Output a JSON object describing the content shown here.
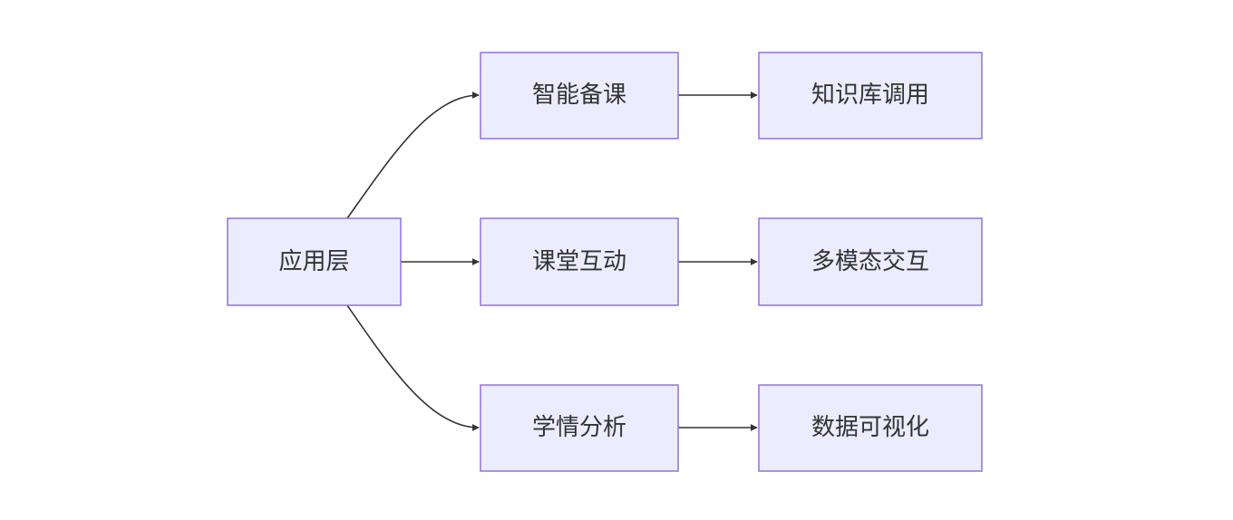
{
  "diagram": {
    "nodes": {
      "root": "应用层",
      "prep": "智能备课",
      "interact": "课堂互动",
      "analysis": "学情分析",
      "knowledge": "知识库调用",
      "multimodal": "多模态交互",
      "visual": "数据可视化"
    },
    "colors": {
      "node_fill": "#ececff",
      "node_stroke": "#9370db",
      "edge": "#333333",
      "text": "#333333"
    }
  }
}
